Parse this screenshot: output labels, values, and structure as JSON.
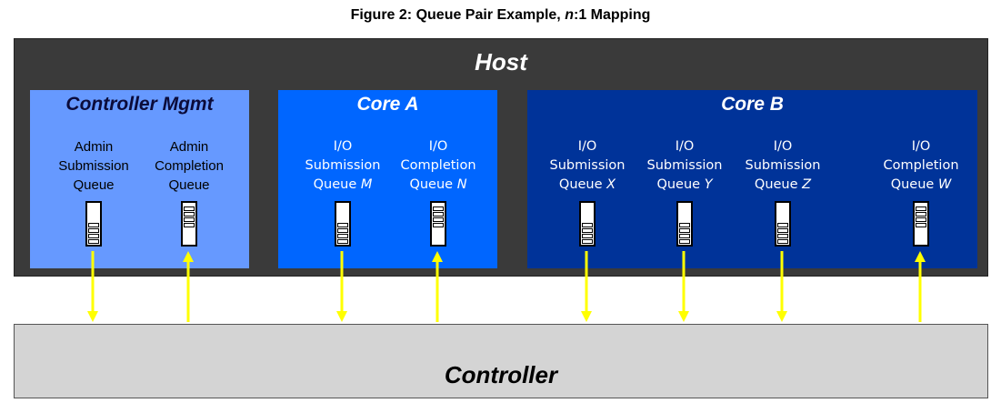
{
  "caption": {
    "prefix": "Figure 2: Queue Pair Example, ",
    "italic": "n",
    "suffix": ":1 Mapping"
  },
  "host": {
    "title": "Host"
  },
  "controller": {
    "title": "Controller"
  },
  "groups": {
    "mgmt": {
      "title": "Controller Mgmt",
      "queues": [
        {
          "lines": [
            "Admin",
            "Submission",
            "Queue"
          ],
          "var": "",
          "direction": "down"
        },
        {
          "lines": [
            "Admin",
            "Completion",
            "Queue"
          ],
          "var": "",
          "direction": "up"
        }
      ]
    },
    "core_a": {
      "title": "Core A",
      "queues": [
        {
          "lines": [
            "I/O",
            "Submission",
            "Queue"
          ],
          "var": "M",
          "direction": "down"
        },
        {
          "lines": [
            "I/O",
            "Completion",
            "Queue"
          ],
          "var": "N",
          "direction": "up"
        }
      ]
    },
    "core_b": {
      "title": "Core B",
      "queues": [
        {
          "lines": [
            "I/O",
            "Submission",
            "Queue"
          ],
          "var": "X",
          "direction": "down"
        },
        {
          "lines": [
            "I/O",
            "Submission",
            "Queue"
          ],
          "var": "Y",
          "direction": "down"
        },
        {
          "lines": [
            "I/O",
            "Submission",
            "Queue"
          ],
          "var": "Z",
          "direction": "down"
        },
        {
          "lines": [
            "I/O",
            "Completion",
            "Queue"
          ],
          "var": "W",
          "direction": "up"
        }
      ]
    }
  },
  "colors": {
    "host": "#3a3a3a",
    "mgmt": "#6699ff",
    "core_a": "#0066ff",
    "core_b": "#003399",
    "controller": "#d4d4d4",
    "arrow": "#ffff00"
  }
}
